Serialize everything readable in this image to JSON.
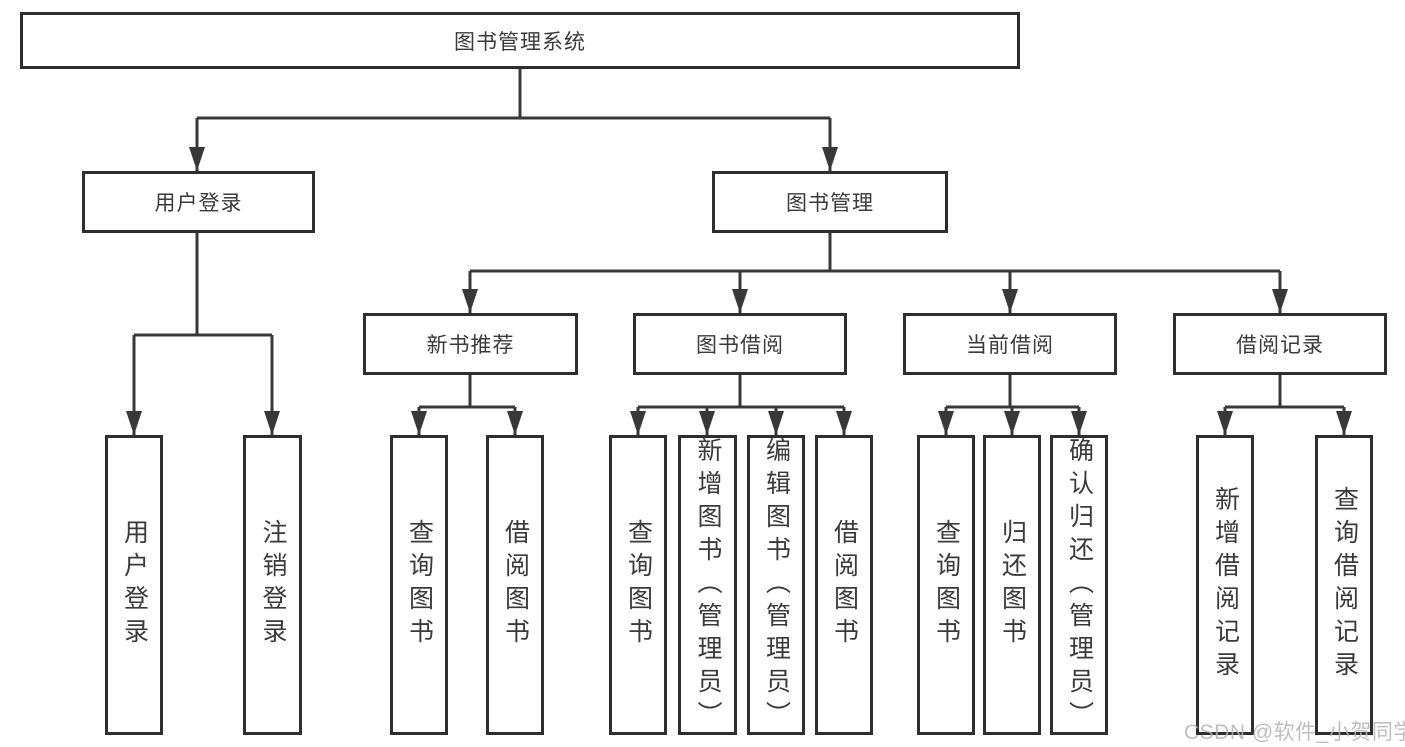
{
  "diagram_title": "图书管理系统",
  "watermark": "CSDN @软件_小贺同学",
  "colors": {
    "line": "#383838",
    "box_border": "#2e2e2e",
    "text": "#3a3a3a",
    "watermark": "#b3b3b3",
    "background": "#ffffff"
  },
  "tree": {
    "root": {
      "label": "图书管理系统"
    },
    "level2": [
      {
        "label": "用户登录"
      },
      {
        "label": "图书管理"
      }
    ],
    "level3": [
      {
        "label": "新书推荐",
        "parent": "图书管理"
      },
      {
        "label": "图书借阅",
        "parent": "图书管理"
      },
      {
        "label": "当前借阅",
        "parent": "图书管理"
      },
      {
        "label": "借阅记录",
        "parent": "图书管理"
      }
    ],
    "leaves": [
      {
        "label": "用户登录",
        "parent": "用户登录"
      },
      {
        "label": "注销登录",
        "parent": "用户登录"
      },
      {
        "label": "查询图书",
        "parent": "新书推荐"
      },
      {
        "label": "借阅图书",
        "parent": "新书推荐"
      },
      {
        "label": "查询图书",
        "parent": "图书借阅"
      },
      {
        "label": "新增图书（管理员）",
        "parent": "图书借阅"
      },
      {
        "label": "编辑图书（管理员）",
        "parent": "图书借阅"
      },
      {
        "label": "借阅图书",
        "parent": "图书借阅"
      },
      {
        "label": "查询图书",
        "parent": "当前借阅"
      },
      {
        "label": "归还图书",
        "parent": "当前借阅"
      },
      {
        "label": "确认归还（管理员）",
        "parent": "当前借阅"
      },
      {
        "label": "新增借阅记录",
        "parent": "借阅记录"
      },
      {
        "label": "查询借阅记录",
        "parent": "借阅记录"
      }
    ]
  }
}
